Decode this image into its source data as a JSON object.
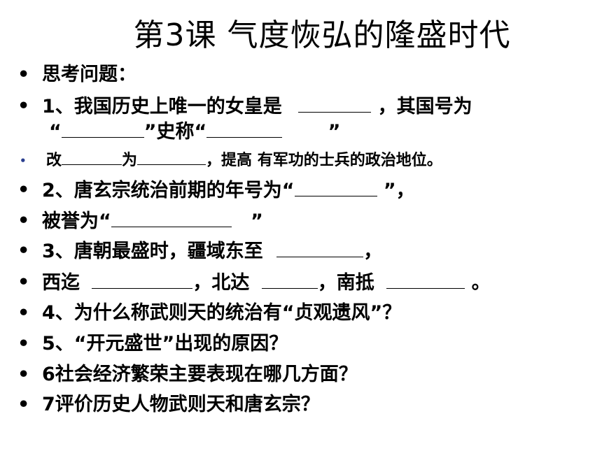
{
  "title": "第3课  气度恢弘的隆盛时代",
  "bullet": "•",
  "items": {
    "q0": "思考问题：",
    "q1a": "1、我国历史上唯一的女皇是 ",
    "q1b": " ，其国号为",
    "q1c": "“",
    "q1d": "”史称“",
    "q1e": " ”",
    "q1f_1": "改",
    "q1f_2": "为",
    "q1f_3": "，提高  有军功的士兵的政治地位。",
    "q2a": "2、唐玄宗统治前期的年号为“",
    "q2b": " ”，",
    "q2c": "被誉为“",
    "q2d": " ”",
    "q3a": "3、唐朝最盛时，疆域东至 ",
    "q3b": "，",
    "q3c": "西迄 ",
    "q3d": "，北达 ",
    "q3e": "，南抵 ",
    "q3f": " 。",
    "q4": "4、为什么称武则天的统治有“贞观遗风”？",
    "q5": "5、“开元盛世”出现的原因？",
    "q6": "6社会经济繁荣主要表现在哪几方面？",
    "q7": "7评价历史人物武则天和唐玄宗？"
  }
}
